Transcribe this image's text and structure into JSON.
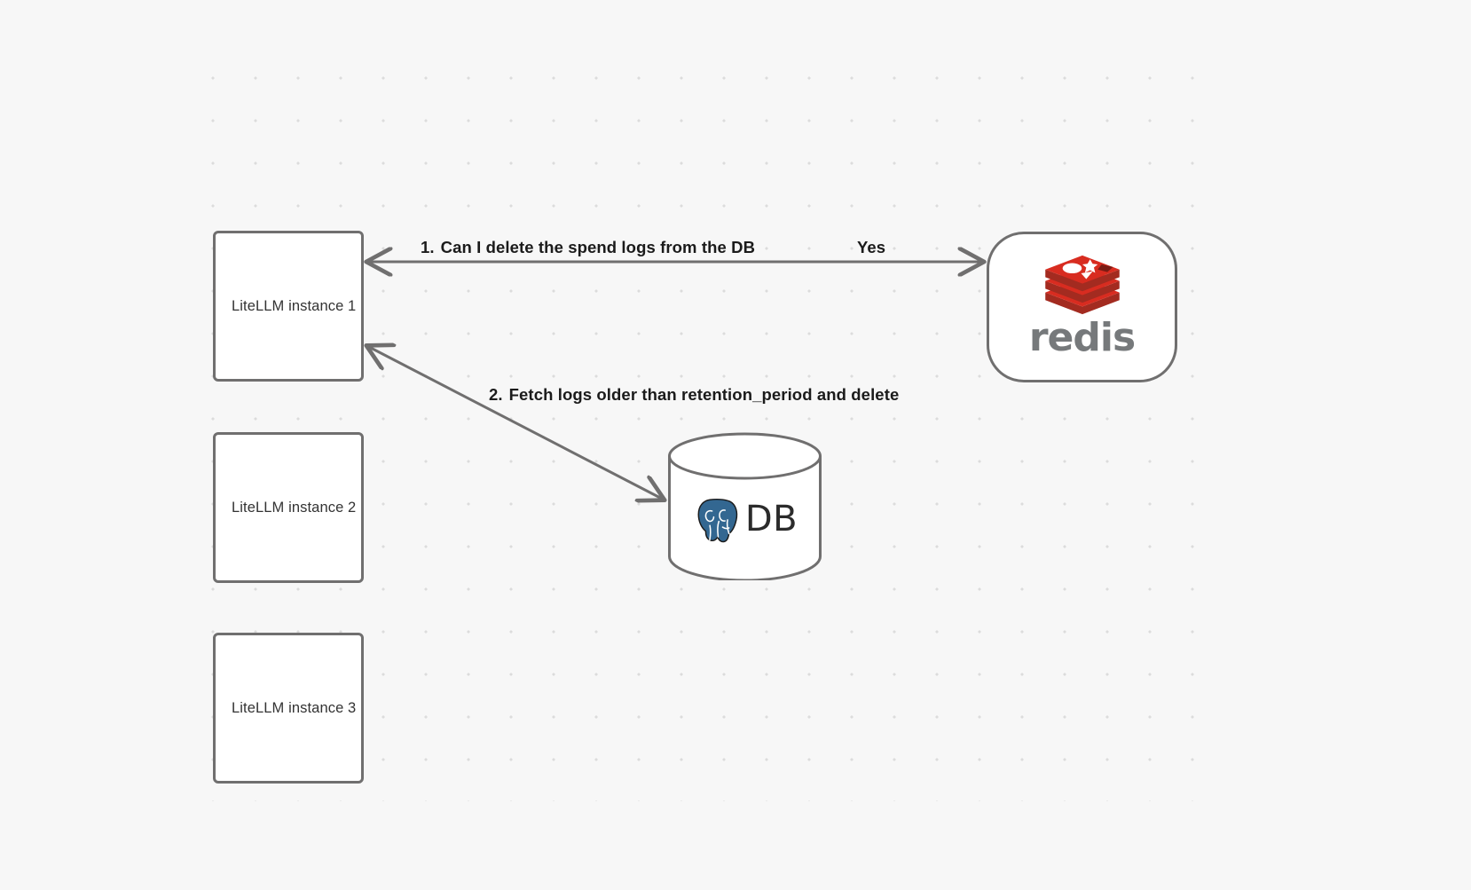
{
  "canvas": {
    "background_color": "#f7f7f7",
    "grid": "dot-grid",
    "dot_color": "#dcdcdc"
  },
  "nodes": [
    {
      "id": "litellm-1",
      "label": "LiteLLM instance 1",
      "shape": "rounded-rect"
    },
    {
      "id": "litellm-2",
      "label": "LiteLLM instance 2",
      "shape": "rounded-rect"
    },
    {
      "id": "litellm-3",
      "label": "LiteLLM instance 3",
      "shape": "rounded-rect"
    },
    {
      "id": "redis",
      "label": "redis",
      "shape": "stadium",
      "logo": "redis-logo",
      "logo_color": "#d82c20",
      "word_color": "#76797b"
    },
    {
      "id": "db",
      "label": "DB",
      "shape": "cylinder",
      "logo": "postgresql-elephant-icon",
      "logo_color": "#336791"
    }
  ],
  "edges": [
    {
      "id": "edge-1",
      "from": "litellm-1",
      "to": "redis",
      "direction": "bidirectional",
      "number": "1.",
      "label": "Can I delete the spend logs from the DB",
      "reply_label": "Yes"
    },
    {
      "id": "edge-2",
      "from": "litellm-1",
      "to": "db",
      "direction": "bidirectional",
      "number": "2.",
      "label": "Fetch logs older than retention_period and delete"
    }
  ],
  "stroke_color": "#706f6f"
}
